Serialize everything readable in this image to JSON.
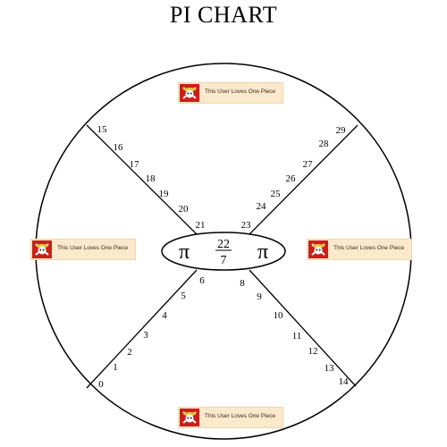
{
  "title": "PI CHART",
  "center": {
    "pi_left": "π",
    "pi_right": "π",
    "fraction_numerator": "22",
    "fraction_denominator": "7"
  },
  "spoke_labels": {
    "lower_left": [
      "0",
      "1",
      "2",
      "3",
      "4",
      "5",
      "6"
    ],
    "lower_right": [
      "8",
      "9",
      "10",
      "11",
      "12",
      "13",
      "14"
    ],
    "upper_left": [
      "15",
      "16",
      "17",
      "18",
      "19",
      "20",
      "21"
    ],
    "upper_right": [
      "23",
      "24",
      "25",
      "26",
      "27",
      "28",
      "29"
    ]
  },
  "userbox": {
    "text": "This User Loves One Piece",
    "emblem_icon": "straw-hat-jolly-roger-icon",
    "background": "#fbe9cc",
    "emblem_color": "#c9201a"
  }
}
